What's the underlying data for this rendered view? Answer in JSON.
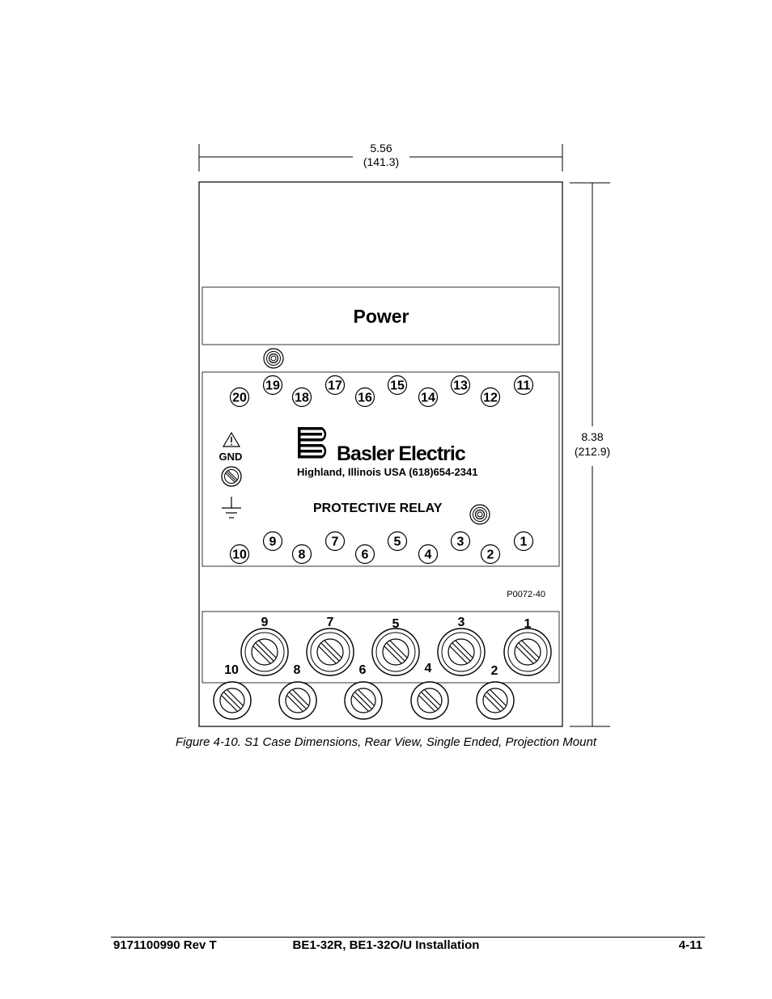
{
  "dimensions": {
    "width_in": "5.56",
    "width_mm": "(141.3)",
    "height_in": "8.38",
    "height_mm": "(212.9)"
  },
  "panel": {
    "power_label": "Power",
    "gnd_label": "GND",
    "brand": "Basler Electric",
    "address": "Highland, Illinois USA (618)654-2341",
    "product": "PROTECTIVE RELAY",
    "part_code": "P0072-40",
    "upper_terminals_top": [
      "19",
      "17",
      "15",
      "13",
      "11"
    ],
    "upper_terminals_bottom": [
      "20",
      "18",
      "16",
      "14",
      "12"
    ],
    "lower_terminals_top": [
      "9",
      "7",
      "5",
      "3",
      "1"
    ],
    "lower_terminals_bottom": [
      "10",
      "8",
      "6",
      "4",
      "2"
    ],
    "screw_labels_top": [
      "9",
      "7",
      "5",
      "3",
      "1"
    ],
    "screw_labels_bottom": [
      "10",
      "8",
      "6",
      "4",
      "2"
    ]
  },
  "icons": {
    "warning": "warning-triangle-icon",
    "ground": "ground-symbol-icon",
    "screw": "screw-terminal-icon",
    "logo": "basler-b-logo-icon"
  },
  "caption": "Figure 4-10. S1 Case Dimensions, Rear View, Single Ended, Projection Mount",
  "footer": {
    "left": "9171100990 Rev T",
    "center": "BE1-32R, BE1-32O/U Installation",
    "right": "4-11"
  }
}
